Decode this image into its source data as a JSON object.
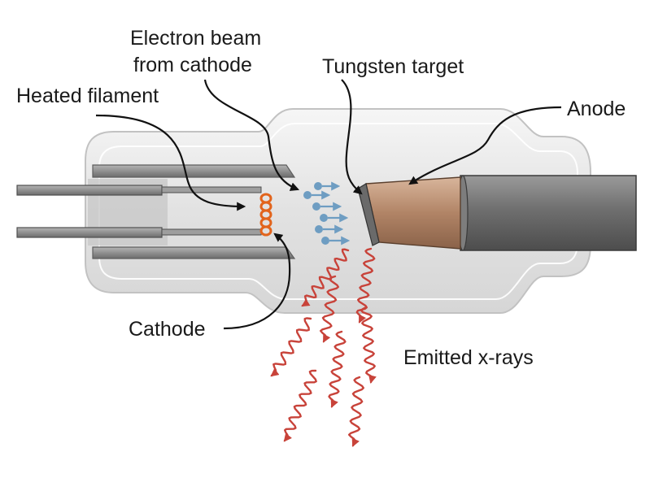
{
  "labels": {
    "electron_beam_line1": "Electron beam",
    "electron_beam_line2": "from cathode",
    "tungsten_target": "Tungsten target",
    "heated_filament": "Heated filament",
    "anode": "Anode",
    "cathode": "Cathode",
    "emitted_xrays": "Emitted x-rays"
  },
  "colors": {
    "glass_outer": "#e4e4e4",
    "glass_inner": "#cdcdcd",
    "electrode": "#8e8e8e",
    "filament": "#e2641c",
    "electrons": "#6e9dc2",
    "anode_copper": "#b98f72",
    "anode_body": "#737373",
    "xray": "#c8433a",
    "callout": "#111111"
  },
  "icons": [
    "coil-filament-icon",
    "electron-arrow-icon",
    "wavy-arrow-icon"
  ]
}
